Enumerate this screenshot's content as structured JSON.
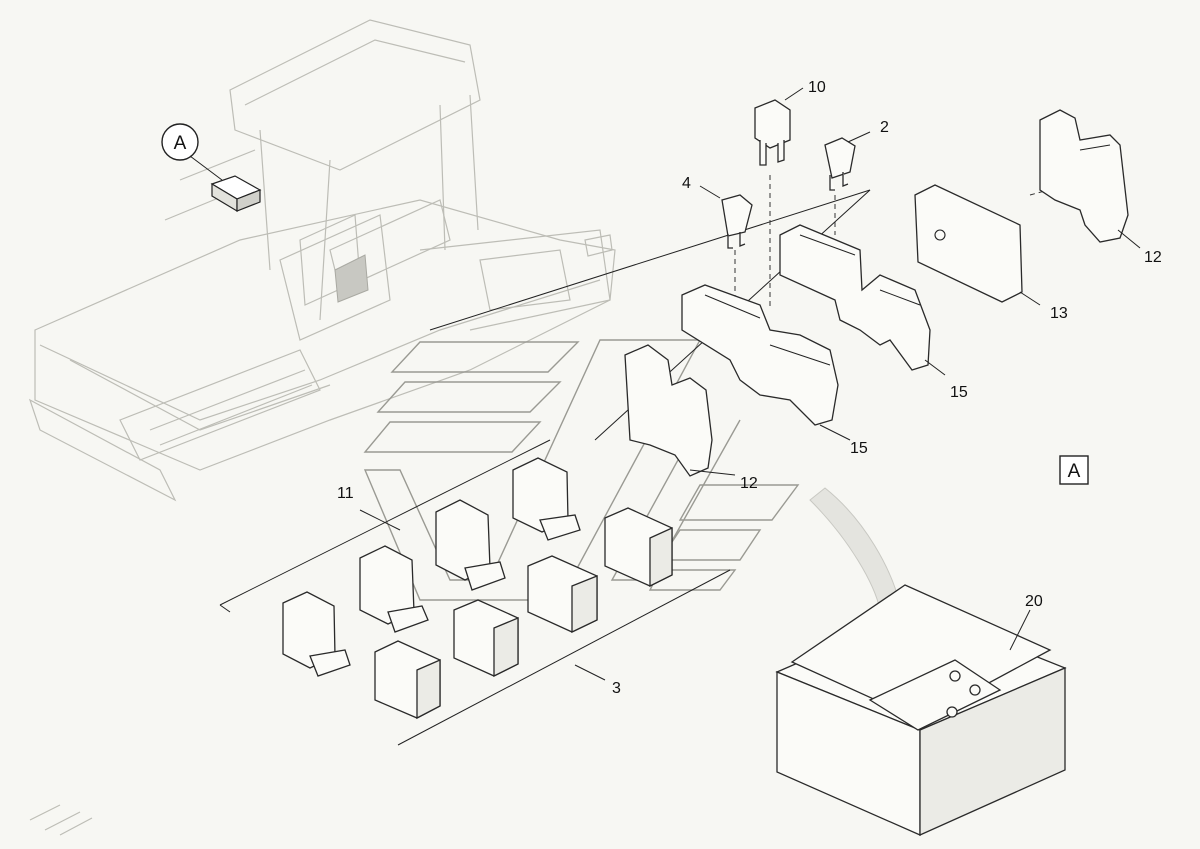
{
  "callout": {
    "circle_letter": "A",
    "box_letter": "A"
  },
  "part_numbers": {
    "p10": "10",
    "p2": "2",
    "p4": "4",
    "p12_top": "12",
    "p13": "13",
    "p15_top": "15",
    "p15_mid": "15",
    "p12_mid": "12",
    "p11": "11",
    "p3": "3",
    "p20": "20"
  },
  "icons": {
    "machine": "paver-machine-outline-icon",
    "fuse": "blade-fuse-icon",
    "relay": "relay-icon",
    "fuse_holder": "fuse-holder-icon",
    "cover": "cover-icon",
    "box": "junction-box-icon",
    "arrow": "curved-arrow-icon"
  }
}
